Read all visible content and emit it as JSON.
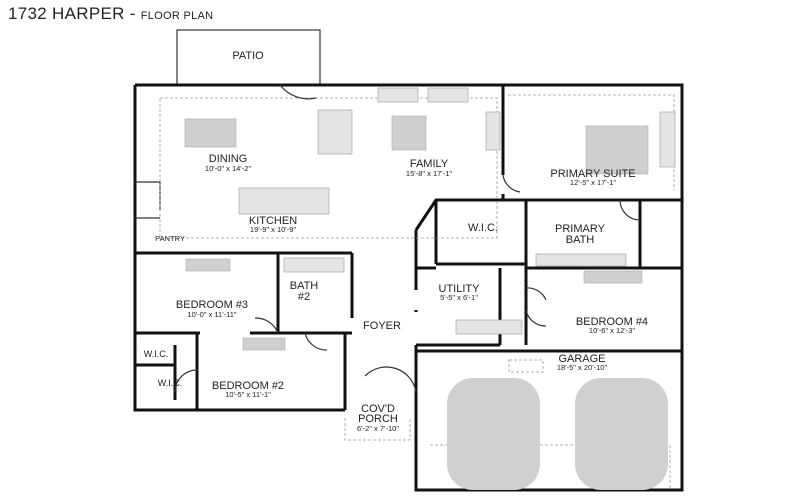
{
  "title": {
    "main": "1732 HARPER -",
    "sub": "FLOOR PLAN"
  },
  "rooms": {
    "patio": {
      "name": "PATIO"
    },
    "dining": {
      "name": "DINING",
      "dims": "10'-0\" x 14'-2\""
    },
    "family": {
      "name": "FAMILY",
      "dims": "15'-8\" x 17'-1\""
    },
    "primary_suite": {
      "name": "PRIMARY SUITE",
      "dims": "12'-5\" x 17'-1\""
    },
    "kitchen": {
      "name": "KITCHEN",
      "dims": "19'-9\" x 10'-9\""
    },
    "pantry": {
      "name": "PANTRY"
    },
    "wic_primary": {
      "name": "W.I.C."
    },
    "primary_bath": {
      "name": "PRIMARY",
      "name2": "BATH"
    },
    "bedroom3": {
      "name": "BEDROOM #3",
      "dims": "10'-0\" x 11'-11\""
    },
    "bath2": {
      "name": "BATH",
      "name2": "#2"
    },
    "utility": {
      "name": "UTILITY",
      "dims": "5'-5\" x 6'-1\""
    },
    "foyer": {
      "name": "FOYER"
    },
    "bedroom4": {
      "name": "BEDROOM #4",
      "dims": "10'-6\" x 12'-3\""
    },
    "wic_a": {
      "name": "W.I.C."
    },
    "wic_b": {
      "name": "W.I.C."
    },
    "bedroom2": {
      "name": "BEDROOM #2",
      "dims": "10'-5\" x 11'-1\""
    },
    "garage": {
      "name": "GARAGE",
      "dims": "18'-5\" x 20'-10\""
    },
    "porch": {
      "name": "COV'D",
      "name2": "PORCH",
      "dims": "6'-2\" x 7'-10\""
    }
  }
}
